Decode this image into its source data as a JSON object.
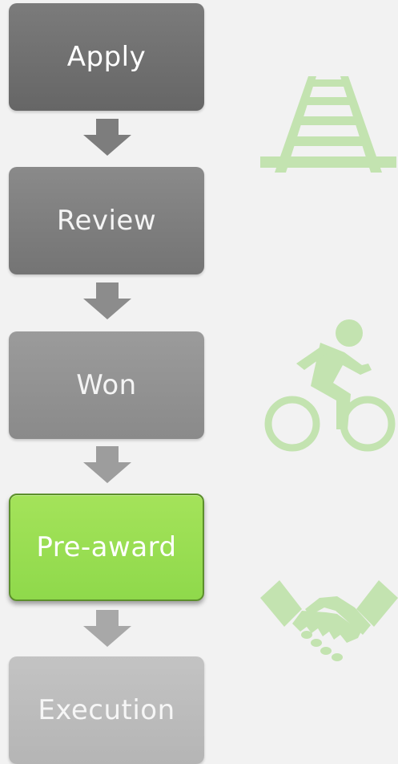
{
  "steps": [
    {
      "label": "Apply"
    },
    {
      "label": "Review"
    },
    {
      "label": "Won"
    },
    {
      "label": "Pre-award"
    },
    {
      "label": "Execution"
    }
  ],
  "icons": {
    "railway": "railway-track-icon",
    "cyclist": "cyclist-icon",
    "handshake": "handshake-icon"
  },
  "colors": {
    "background": "#f2f2f2",
    "active_step": "#97dd50",
    "icon_tint": "#c3e3b0",
    "arrow": "#8c8c8c"
  }
}
